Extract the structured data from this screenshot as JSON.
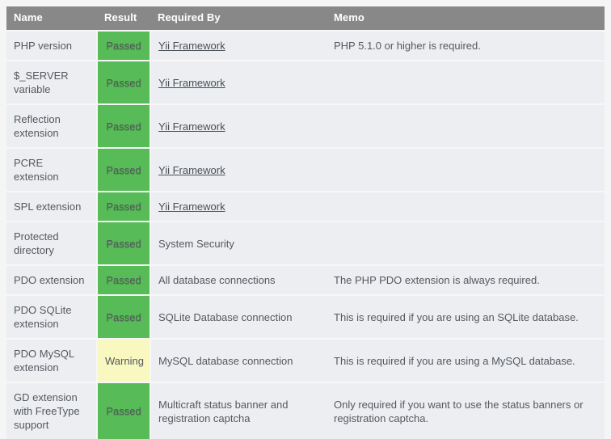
{
  "table": {
    "headers": [
      {
        "key": "name",
        "label": "Name"
      },
      {
        "key": "result",
        "label": "Result"
      },
      {
        "key": "required",
        "label": "Required By"
      },
      {
        "key": "memo",
        "label": "Memo"
      }
    ],
    "rows": [
      {
        "name": "PHP version",
        "result": "Passed",
        "result_state": "passed",
        "required_by": "Yii Framework",
        "required_by_is_link": true,
        "memo": "PHP 5.1.0 or higher is required."
      },
      {
        "name": "$_SERVER variable",
        "result": "Passed",
        "result_state": "passed",
        "required_by": "Yii Framework",
        "required_by_is_link": true,
        "memo": ""
      },
      {
        "name": "Reflection extension",
        "result": "Passed",
        "result_state": "passed",
        "required_by": "Yii Framework",
        "required_by_is_link": true,
        "memo": ""
      },
      {
        "name": "PCRE extension",
        "result": "Passed",
        "result_state": "passed",
        "required_by": "Yii Framework",
        "required_by_is_link": true,
        "memo": ""
      },
      {
        "name": "SPL extension",
        "result": "Passed",
        "result_state": "passed",
        "required_by": "Yii Framework",
        "required_by_is_link": true,
        "memo": ""
      },
      {
        "name": "Protected directory",
        "result": "Passed",
        "result_state": "passed",
        "required_by": "System Security",
        "required_by_is_link": false,
        "memo": ""
      },
      {
        "name": "PDO extension",
        "result": "Passed",
        "result_state": "passed",
        "required_by": "All database connections",
        "required_by_is_link": false,
        "memo": "The PHP PDO extension is always required."
      },
      {
        "name": "PDO SQLite extension",
        "result": "Passed",
        "result_state": "passed",
        "required_by": "SQLite Database connection",
        "required_by_is_link": false,
        "memo": "This is required if you are using an SQLite database."
      },
      {
        "name": "PDO MySQL extension",
        "result": "Warning",
        "result_state": "warning",
        "required_by": "MySQL database connection",
        "required_by_is_link": false,
        "memo": "This is required if you are using a MySQL database."
      },
      {
        "name": "GD extension with FreeType support",
        "result": "Passed",
        "result_state": "passed",
        "required_by": "Multicraft status banner and registration captcha",
        "required_by_is_link": false,
        "memo": "Only required if you want to use the status banners or registration captcha."
      }
    ]
  },
  "colors": {
    "header_bg": "#888888",
    "row_bg": "#eceef1",
    "page_bg": "#f5f5f5",
    "passed": "#57bb57",
    "warning": "#f8f8c0",
    "text": "#55595e"
  }
}
